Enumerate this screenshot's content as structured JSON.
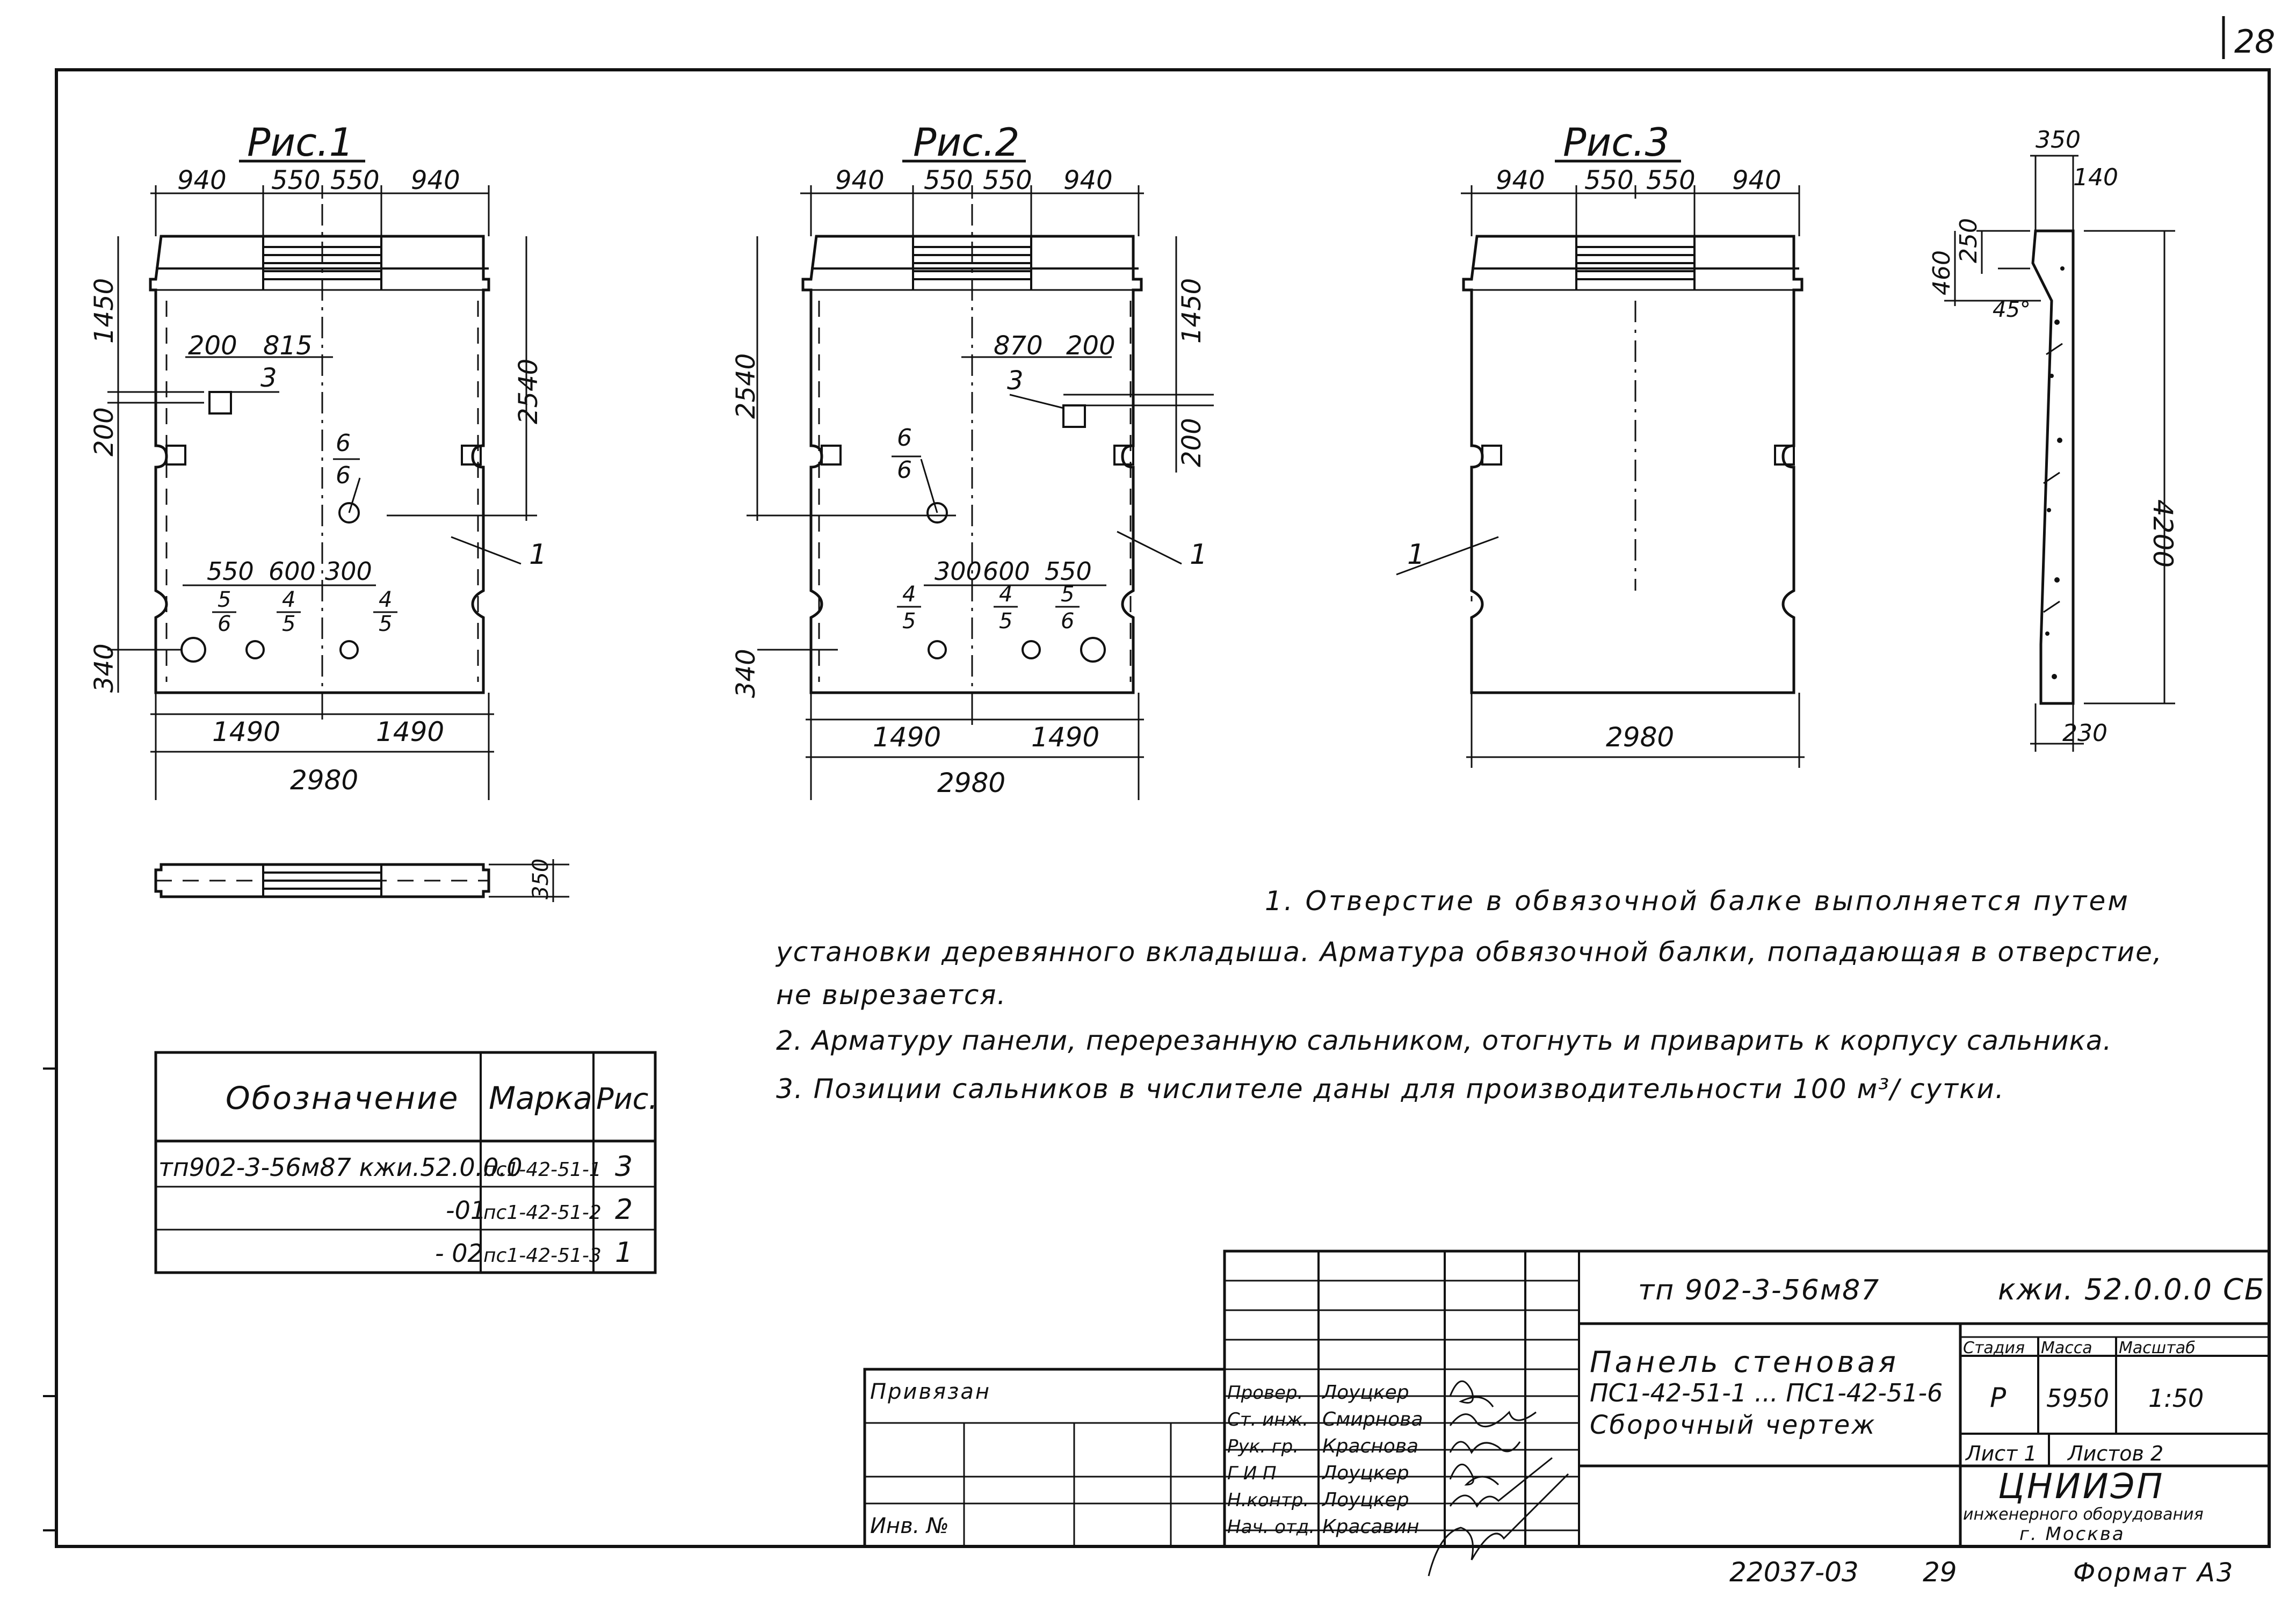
{
  "sheet": {
    "page_number": "28",
    "format": "Формат А3",
    "archive_number": "22037-03",
    "archive_sheet": "29"
  },
  "figures": {
    "fig1": {
      "title": "Рис.1",
      "top_dims": [
        "940",
        "550",
        "550",
        "940"
      ],
      "left_dims": [
        "1450",
        "200",
        "340"
      ],
      "right_dims": [
        "2540"
      ],
      "inner_dims": [
        "200",
        "815",
        "550",
        "600",
        "300"
      ],
      "callouts": [
        "3",
        "6",
        "6",
        "5",
        "6",
        "4",
        "5",
        "4",
        "5",
        "1"
      ],
      "bottom_dims": [
        "1490",
        "1490",
        "2980"
      ]
    },
    "fig2": {
      "title": "Рис.2",
      "top_dims": [
        "940",
        "550",
        "550",
        "940"
      ],
      "left_dims": [
        "2540",
        "340"
      ],
      "right_dims": [
        "1450",
        "200"
      ],
      "inner_dims": [
        "870",
        "200",
        "300",
        "600",
        "550"
      ],
      "callouts": [
        "3",
        "6",
        "6",
        "4",
        "5",
        "4",
        "5",
        "5",
        "6",
        "1"
      ],
      "bottom_dims": [
        "1490",
        "1490",
        "2980"
      ]
    },
    "fig3": {
      "title": "Рис.3",
      "top_dims": [
        "940",
        "550",
        "550",
        "940"
      ],
      "callouts": [
        "1"
      ],
      "bottom_dims": [
        "2980"
      ]
    },
    "section": {
      "dims": [
        "350",
        "140",
        "250",
        "460",
        "45°",
        "4200",
        "230"
      ]
    },
    "plan_view": {
      "dims": [
        "350"
      ]
    }
  },
  "notes": [
    "1. Отверстие в обвязочной балке выполняется путем",
    "установки деревянного вкладыша. Арматура обвязочной балки, попадающая в отверстие,",
    "не вырезается.",
    "2. Арматуру панели, перерезанную сальником, отогнуть и приварить к корпусу сальника.",
    "3. Позиции сальников в числителе даны для производительности 100 м³/ сутки."
  ],
  "spec_table": {
    "headers": [
      "Обозначение",
      "Марка",
      "Рис."
    ],
    "rows": [
      {
        "designation": "тп902-3-56м87    кжи.52.0.0.0",
        "mark": "пс1-42-51-1",
        "fig": "3"
      },
      {
        "designation": "-01",
        "mark": "пс1-42-51-2",
        "fig": "2"
      },
      {
        "designation": "- 02",
        "mark": "пс1-42-51-3",
        "fig": "1"
      }
    ]
  },
  "title_block": {
    "project_code": "тп 902-3-56м87",
    "doc_code": "кжи. 52.0.0.0 СБ",
    "title_line1": "Панель стеновая",
    "title_line2": "ПС1-42-51-1 ... ПС1-42-51-6",
    "title_line3": "Сборочный чертеж",
    "stage_label": "Стадия",
    "mass_label": "Масса",
    "scale_label": "Масштаб",
    "stage": "Р",
    "mass": "5950",
    "scale": "1:50",
    "sheet_label": "Лист 1",
    "sheets_label": "Листов 2",
    "org_name": "ЦНИИЭП",
    "org_line2": "инженерного оборудования",
    "org_city": "г. Москва",
    "bound_label": "Привязан",
    "inv_label": "Инв. №",
    "signatures": [
      {
        "role": "Провер.",
        "name": "Лоуцкер"
      },
      {
        "role": "Ст. инж.",
        "name": "Смирнова"
      },
      {
        "role": "Рук. гр.",
        "name": "Краснова"
      },
      {
        "role": "Г И П",
        "name": "Лоуцкер"
      },
      {
        "role": "Н.контр.",
        "name": "Лоуцкер"
      },
      {
        "role": "Нач. отд.",
        "name": "Красавин"
      }
    ]
  }
}
